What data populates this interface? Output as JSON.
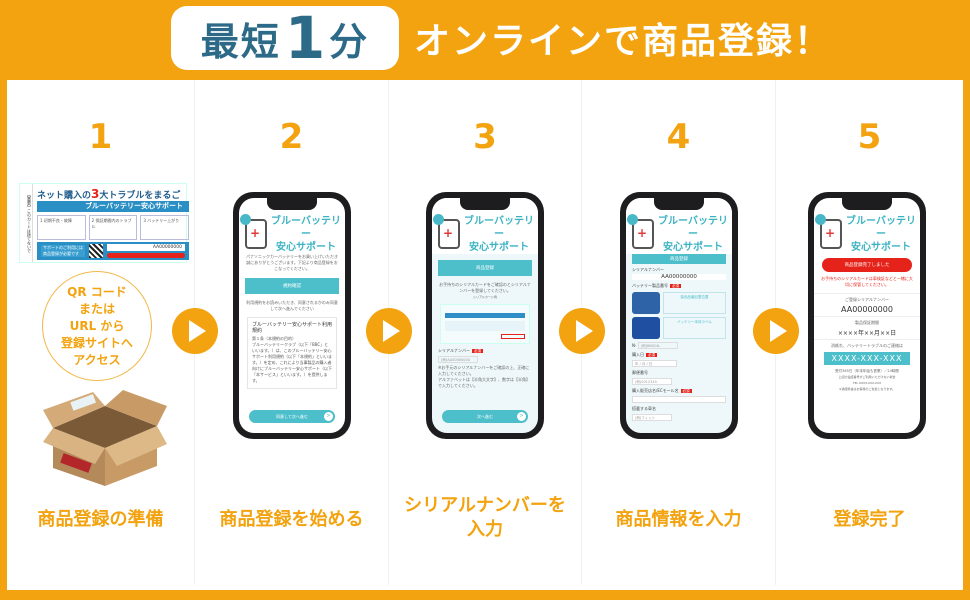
{
  "header": {
    "badge_prefix": "最短",
    "badge_number": "1",
    "badge_suffix": "分",
    "headline": "オンラインで商品登録！"
  },
  "colors": {
    "accent_orange": "#f2a30f",
    "badge_text_blue": "#2d6a88",
    "teal": "#4dbfcb",
    "red": "#e5231b"
  },
  "steps": [
    {
      "number": "1",
      "label": "商品登録の準備",
      "card": {
        "side_text": "【重要】このカードは捨てないで",
        "title_prefix": "ネット購入の",
        "title_num": "3",
        "title_suffix": "大トラブルをまるごと解決",
        "subtitle": "ブルーバッテリー安心サポート",
        "cells": [
          "1 初期不良・故障",
          "2 保証期間内のトラブル",
          "3 バッテリー上がり"
        ],
        "footer_note": "サポートのご利用には商品登録が必要です",
        "serial_label": "【シリアルナンバー】",
        "serial_value": "AA00000000"
      },
      "bubble_text": "QR コード\nまたは\nURL から\n登録サイトへ\nアクセス"
    },
    {
      "number": "2",
      "label": "商品登録を始める",
      "screen": {
        "brand": "ブルーバッテリー\n安心サポート",
        "intro": "パナソニックカーバッテリーをお買い上げいただき誠にありがとうございます。下記より商品登録をおこなってください。",
        "bar": "規約確認",
        "note": "利用規約をお読みいただき、同意されるかのみ同意して次へ進んでください",
        "terms_title": "ブルーバッテリー安心サポート利用規約",
        "terms_article": "第１条（本規約の目的）",
        "terms_body": "ブルーバッテリークラブ（以下「BBC」といいます。）は、このブルーバッテリー安心サポート利用規約（以下「本規約」といいます。）を定め、これにより当事製品の購入者向けにブルーバッテリー安心サポート（以下「本サービス」といいます。）を提供します。",
        "button": "同意して次へ進む"
      }
    },
    {
      "number": "3",
      "label": "シリアルナンバーを\n入力",
      "label_line1": "シリアルナンバーを",
      "label_line2": "入力",
      "screen": {
        "brand": "ブルーバッテリー\n安心サポート",
        "bar": "商品登録",
        "intro": "お手持ちのシリアルカードをご確認のとシリアルナンバーを登録してください。",
        "card_caption": "シリアルカード例",
        "serial_label": "シリアルナンバー",
        "required": "必須",
        "serial_placeholder": "(例)AA00000000",
        "note1": "※お手元のシリアルナンバーをご確認の上、正確に入力してください。",
        "note2": "アルファベットは【半角大文字】、数字は【半角】で入力してください。",
        "button": "次へ進む"
      }
    },
    {
      "number": "4",
      "label": "商品情報を入力",
      "screen": {
        "brand": "ブルーバッテリー\n安心サポート",
        "bar": "商品登録",
        "serial_label": "シリアルナンバー",
        "serial_value": "AA00000000",
        "battery_label": "バッテリー製品番号",
        "required": "必須",
        "note_a": "製品品番記載位置",
        "note_b": "バッテリー本体ラベル",
        "model_prefix": "N-",
        "model_placeholder": "(例)80B24L",
        "purchase_date_label": "購入日",
        "purchase_date_placeholder": "年 / 月 / 日",
        "postal_label": "郵便番号",
        "postal_placeholder": "(例)0012345",
        "store_label": "購入販売店名/ECモール名",
        "store_placeholder": "",
        "car_label": "搭載する車名",
        "car_placeholder": "(例)フィット"
      }
    },
    {
      "number": "5",
      "label": "登録完了",
      "screen": {
        "brand": "ブルーバッテリー\n安心サポート",
        "done_bar": "商品登録完了しました",
        "warning": "お手持ちのシリアルカードは車検証などと一緒に大切に保管してください。",
        "serial_label": "ご登録シリアルナンバー",
        "serial_value": "AA00000000",
        "warranty_label": "製品保証期間",
        "warranty_value": "××××年××月××日",
        "contact_label": "消耗れ、バッテリートラブルのご連絡は",
        "phone": "XXXX-XXX-XXX",
        "hours": "受付365日（年末年始も営業）／24時間",
        "note1": "上記の電話番号がご利用いただけない場合",
        "note2": "TEL 0XXX-XXX-XXX",
        "note3": "※通話料金はお客様のご負担となります。"
      }
    }
  ]
}
